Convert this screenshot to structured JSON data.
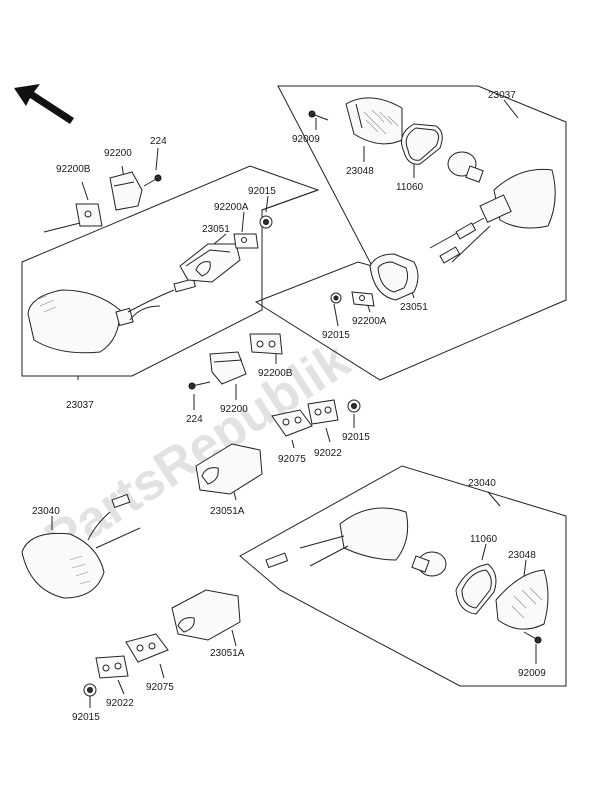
{
  "watermark": "PartsRepublik",
  "labels": {
    "p23037_top": "23037",
    "p92009_top": "92009",
    "p23048_top": "23048",
    "p11060_top": "11060",
    "p23051_top": "23051",
    "p92015_top": "92015",
    "p92200A_top": "92200A",
    "p92200B_left": "92200B",
    "p92200_left": "92200",
    "p224_left": "224",
    "p92015_mid": "92015",
    "p92200A_mid": "92200A",
    "p23051_mid": "23051",
    "p23037_left": "23037",
    "p92200B_mid": "92200B",
    "p92200_mid": "92200",
    "p224_mid": "224",
    "p92015_mid2": "92015",
    "p92022_mid": "92022",
    "p92075_mid": "92075",
    "p23051A_mid": "23051A",
    "p23040_right": "23040",
    "p23040_left": "23040",
    "p11060_bot": "11060",
    "p23048_bot": "23048",
    "p92009_bot": "92009",
    "p23051A_bot": "23051A",
    "p92075_bot": "92075",
    "p92022_bot": "92022",
    "p92015_bot": "92015"
  }
}
